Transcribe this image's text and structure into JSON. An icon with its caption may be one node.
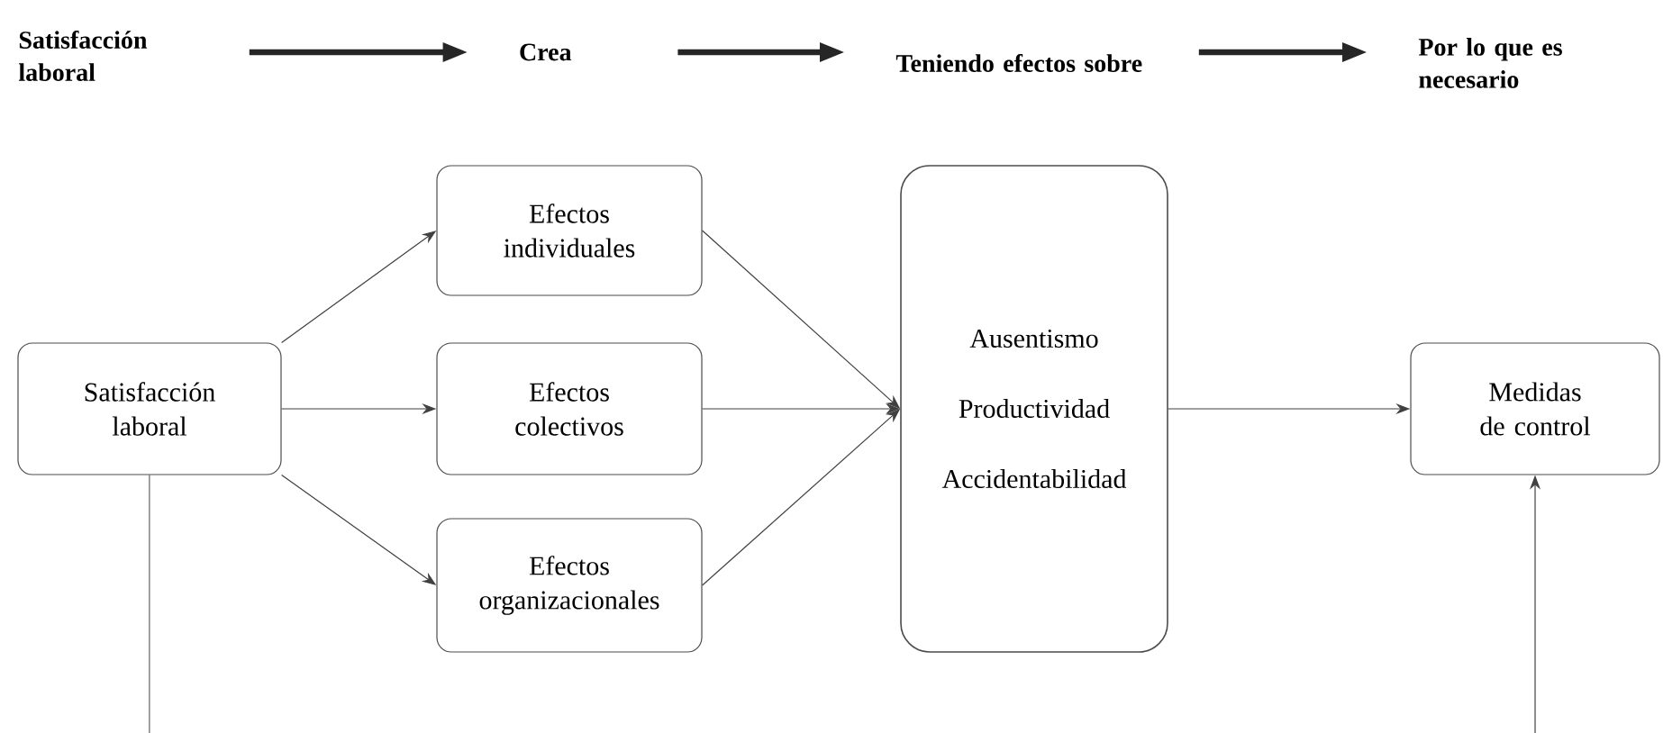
{
  "diagram": {
    "nodes": [
      {
        "text": [
          "Satisfacción laboral"
        ]
      },
      {
        "text": [
          "Crea"
        ]
      },
      {
        "text": [
          "Teniendo efectos sobre"
        ]
      },
      {
        "text": [
          "Por lo que es necesario"
        ]
      },
      {
        "text": [
          "Satisfacción laboral"
        ]
      },
      {
        "text": [
          "Efectos individuales"
        ]
      },
      {
        "text": [
          "Efectos colectivos"
        ]
      },
      {
        "text": [
          "Efectos organizacionales"
        ]
      },
      {
        "text": [
          "Ausentismo",
          "Productividad",
          "Accidentabilidad"
        ]
      },
      {
        "text": [
          "Medidas de control"
        ]
      }
    ],
    "edges": [
      {
        "from": 0,
        "to": 1,
        "arrow": "to",
        "style": "thick"
      },
      {
        "from": 1,
        "to": 2,
        "arrow": "to",
        "style": "thick"
      },
      {
        "from": 2,
        "to": 3,
        "arrow": "to",
        "style": "thick"
      },
      {
        "from": 4,
        "to": 5,
        "arrow": "to"
      },
      {
        "from": 4,
        "to": 6,
        "arrow": "to"
      },
      {
        "from": 4,
        "to": 7,
        "arrow": "to"
      },
      {
        "from": 5,
        "to": 8,
        "arrow": "to"
      },
      {
        "from": 6,
        "to": 8,
        "arrow": "to"
      },
      {
        "from": 7,
        "to": 8,
        "arrow": "to"
      },
      {
        "from": 8,
        "to": 9,
        "arrow": "to"
      },
      {
        "from": 4,
        "to": null,
        "arrow": "none"
      },
      {
        "from": null,
        "to": 9,
        "arrow": "to"
      }
    ]
  }
}
